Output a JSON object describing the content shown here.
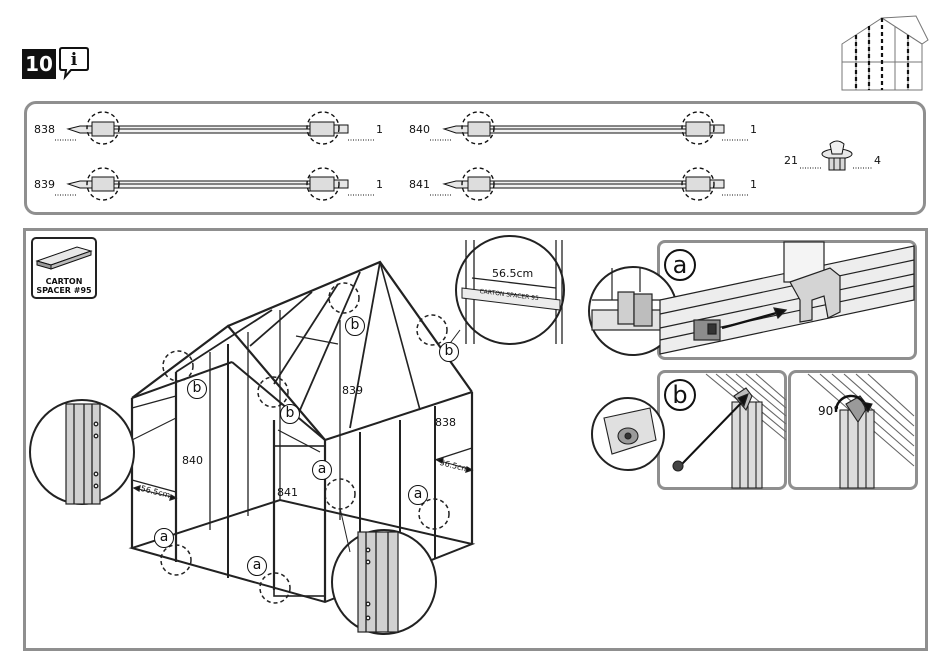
{
  "step": {
    "number": "10",
    "info_glyph": "i"
  },
  "parts": [
    {
      "code": "838",
      "qty": "1"
    },
    {
      "code": "839",
      "qty": "1"
    },
    {
      "code": "840",
      "qty": "1"
    },
    {
      "code": "841",
      "qty": "1"
    },
    {
      "code": "21",
      "qty": "4"
    }
  ],
  "carton": {
    "line1": "CARTON",
    "line2": "SPACER #95"
  },
  "assembly": {
    "labels": {
      "p840": "840",
      "p841": "841",
      "p839": "839",
      "p838": "838",
      "measure_left": "56.5cm",
      "measure_right": "56.5cm"
    },
    "callouts": {
      "a": "a",
      "b": "b"
    }
  },
  "spacer_detail": {
    "measure": "56.5cm",
    "spacer_label": "CARTON SPACER 95"
  },
  "detail_a": {
    "letter": "a"
  },
  "detail_b": {
    "letter": "b",
    "rotation": "90°"
  },
  "colors": {
    "panel_border": "#8f8f8f",
    "ink": "#111111",
    "step_bg": "#111111"
  }
}
